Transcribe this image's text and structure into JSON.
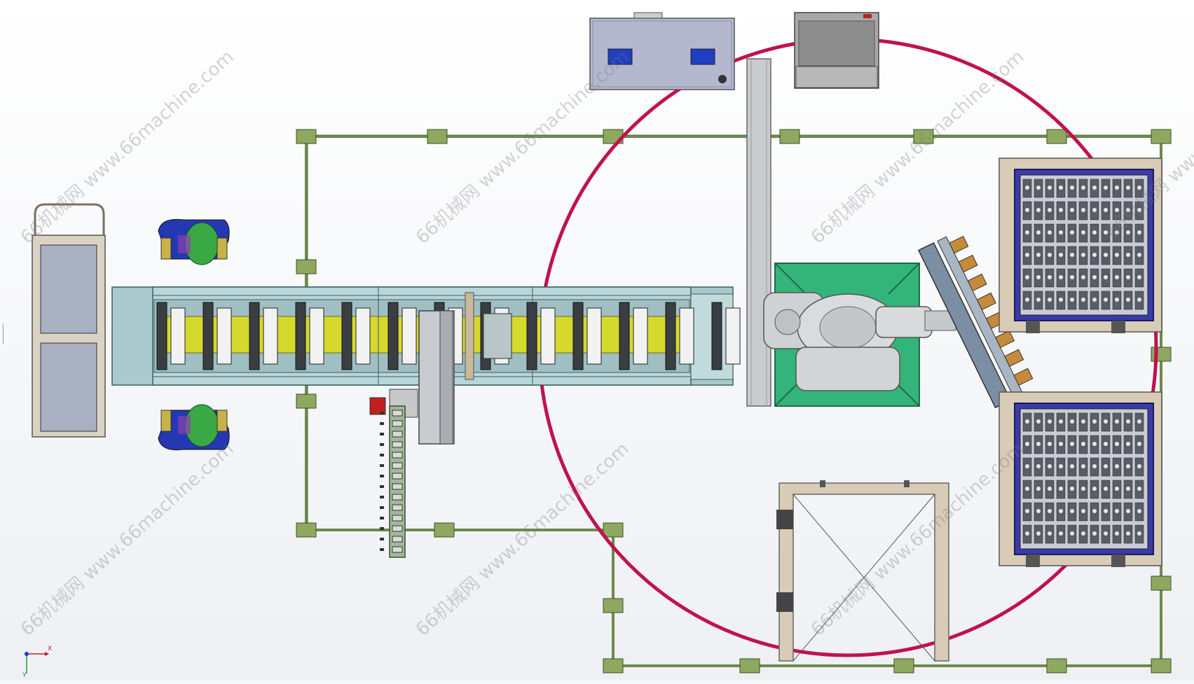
{
  "watermarks": [
    "66机械网 www.66machine.com",
    "66机械网 www.66machine.com",
    "66机械网 www.66machine.com",
    "66机械网 www.66machine.com",
    "66机械网 www.66machine.com",
    "66机械网 www.66machine.com",
    "66机械网 www.66machine.com"
  ],
  "triad": {
    "x_label": "X",
    "y_label": "Y"
  },
  "colors": {
    "fence": "#6d8a4b",
    "fence_post": "#8fa860",
    "robot_reach": "#c0124f",
    "conveyor_frame": "#a9c9cc",
    "conveyor_yellow": "#d6d92d",
    "pallet_blue": "#3a3aa8",
    "robot_base": "#33b47a",
    "cabinet": "#b4b8cf",
    "operator_green": "#39a845",
    "operator_blue": "#2438b4"
  }
}
